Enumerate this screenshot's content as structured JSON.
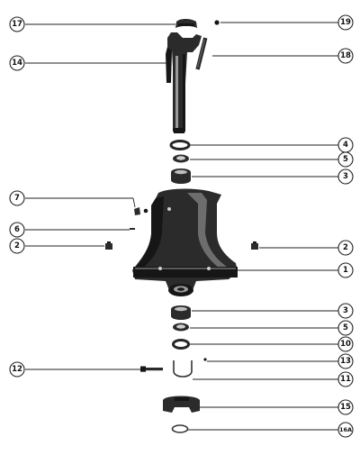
{
  "diagram": {
    "callouts": [
      {
        "id": "17",
        "label": "17"
      },
      {
        "id": "19",
        "label": "19"
      },
      {
        "id": "14",
        "label": "14"
      },
      {
        "id": "18",
        "label": "18"
      },
      {
        "id": "4",
        "label": "4"
      },
      {
        "id": "5a",
        "label": "5"
      },
      {
        "id": "3a",
        "label": "3"
      },
      {
        "id": "7",
        "label": "7"
      },
      {
        "id": "6",
        "label": "6"
      },
      {
        "id": "2l",
        "label": "2"
      },
      {
        "id": "2r",
        "label": "2"
      },
      {
        "id": "1",
        "label": "1"
      },
      {
        "id": "3b",
        "label": "3"
      },
      {
        "id": "5b",
        "label": "5"
      },
      {
        "id": "10",
        "label": "10"
      },
      {
        "id": "13",
        "label": "13"
      },
      {
        "id": "12",
        "label": "12"
      },
      {
        "id": "11",
        "label": "11"
      },
      {
        "id": "15",
        "label": "15"
      },
      {
        "id": "16A",
        "label": "16A"
      }
    ]
  }
}
